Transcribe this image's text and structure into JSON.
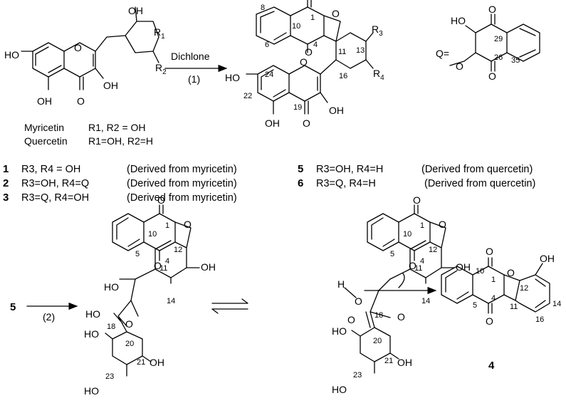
{
  "reagent": {
    "name": "Dichlone",
    "step1": "(1)",
    "step2": "(2)"
  },
  "q_label": "Q=",
  "flavonols": {
    "myricetin": {
      "name": "Myricetin",
      "subs": "R1, R2 = OH"
    },
    "quercetin": {
      "name": "Quercetin",
      "subs": "R1=OH, R2=H"
    }
  },
  "compounds": [
    {
      "id": "1",
      "subs": "R3, R4 = OH",
      "origin": "(Derived from myricetin)"
    },
    {
      "id": "2",
      "subs": "R3=OH,  R4=Q",
      "origin": "(Derived from myricetin)"
    },
    {
      "id": "3",
      "subs": "R3=Q,      R4=OH",
      "origin": "(Derived from myricetin)"
    },
    {
      "id": "5",
      "subs": "R3=OH,  R4=H",
      "origin": "(Derived from quercetin)"
    },
    {
      "id": "6",
      "subs": "R3=Q,       R4=H",
      "origin": "(Derived from quercetin)"
    }
  ],
  "start_compound": "5",
  "final_compound": "4",
  "atoms": {
    "OH": "OH",
    "O": "O",
    "HO": "HO",
    "H": "H",
    "R1": "R1",
    "R2": "R2",
    "R3": "R3",
    "R4": "R4"
  },
  "numbering": {
    "top_product": [
      "8",
      "10",
      "1",
      "6",
      "4",
      "11",
      "13",
      "16",
      "24",
      "19",
      "22"
    ],
    "q_group": [
      "29",
      "26",
      "35"
    ],
    "intermediate_a": [
      "10",
      "1",
      "5",
      "4",
      "11",
      "12",
      "14",
      "18",
      "20",
      "21",
      "23"
    ],
    "intermediate_b": [
      "10",
      "1",
      "5",
      "4",
      "11",
      "12",
      "14",
      "18",
      "20",
      "21",
      "23"
    ],
    "final_product": [
      "10",
      "1",
      "12",
      "4",
      "5",
      "11",
      "14",
      "16"
    ]
  }
}
